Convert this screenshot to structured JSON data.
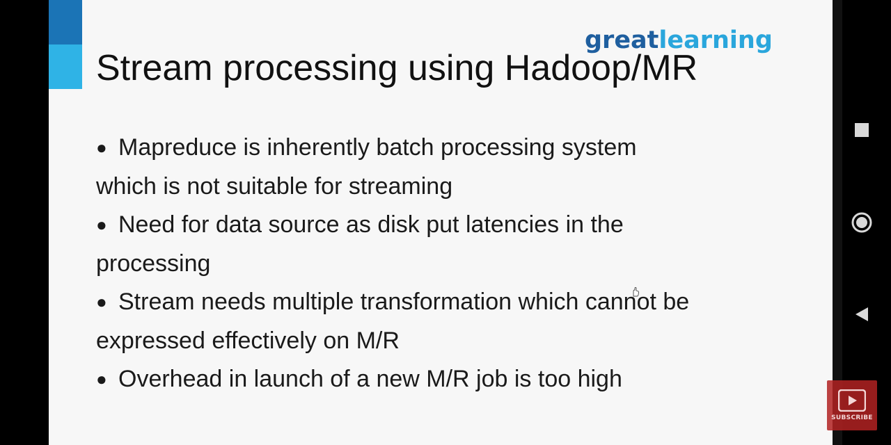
{
  "slide": {
    "brand": {
      "part1": "great",
      "part2": "learning"
    },
    "title": "Stream processing using Hadoop/MR",
    "bullets": [
      {
        "line1": "Mapreduce is inherently batch processing system",
        "line2": "which is not suitable for streaming"
      },
      {
        "line1": "Need for data source as disk put latencies in the",
        "line2": "processing"
      },
      {
        "line1": "Stream needs multiple transformation which cannot be",
        "line2": "expressed effectively on M/R"
      },
      {
        "line1": "Overhead in launch of a new M/R job is too high",
        "line2": ""
      }
    ],
    "bullet_symbol": "●",
    "accent_colors": {
      "dark": "#1b74b6",
      "light": "#2fb3e6"
    }
  },
  "nav": {
    "recents_icon": "square-icon",
    "home_icon": "circle-icon",
    "back_icon": "triangle-back-icon"
  },
  "subscribe": {
    "label": "SUBSCRIBE",
    "icon": "play-icon",
    "color": "#b22222"
  }
}
